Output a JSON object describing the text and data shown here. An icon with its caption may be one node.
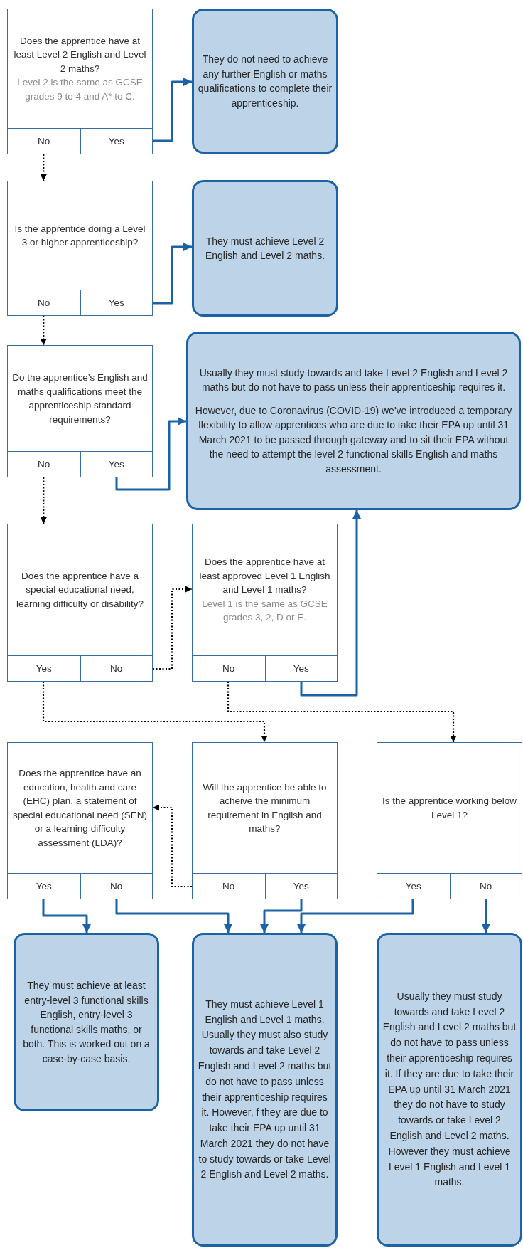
{
  "diagram": {
    "nodes": [
      {
        "text": [
          "Does the apprentice have at least Level 2 English and Level 2 maths?",
          "Level 2 is the same as GCSE grades 9 to 4 and A* to C."
        ]
      },
      {
        "text": [
          "No"
        ],
        "in": 0
      },
      {
        "text": [
          "Yes"
        ],
        "in": 0
      },
      {
        "text": [
          "They do not need to achieve any further English or maths qualifications to complete their apprenticeship."
        ]
      },
      {
        "text": [
          "Is the apprentice doing a Level 3 or higher apprenticeship?"
        ]
      },
      {
        "text": [
          "No"
        ],
        "in": 4
      },
      {
        "text": [
          "Yes"
        ],
        "in": 4
      },
      {
        "text": [
          "They must achieve Level 2 English and Level 2 maths."
        ]
      },
      {
        "text": [
          "Do the apprentice’s English and maths qualifications meet the apprenticeship standard requirements?"
        ]
      },
      {
        "text": [
          "No"
        ],
        "in": 8
      },
      {
        "text": [
          "Yes"
        ],
        "in": 8
      },
      {
        "text": [
          "Usually they must study towards and take Level 2 English and Level 2 maths but do not have to pass unless their apprenticeship requires it.",
          "However, due to Coronavirus (COVID-19) we've introduced a temporary flexibility to allow apprentices who are due to take their EPA up until 31 March 2021 to be passed through gateway and to sit their EPA without the need to attempt the level 2 functional skills English and maths assessment."
        ]
      },
      {
        "text": [
          "Does the apprentice have a special educational need, learning difficulty or disability?"
        ]
      },
      {
        "text": [
          "Yes"
        ],
        "in": 12
      },
      {
        "text": [
          "No"
        ],
        "in": 12
      },
      {
        "text": [
          "Does the apprentice have at least approved Level 1 English and Level 1 maths?",
          "Level 1 is the same as GCSE grades 3, 2, D or E."
        ]
      },
      {
        "text": [
          "No"
        ],
        "in": 15
      },
      {
        "text": [
          "Yes"
        ],
        "in": 15
      },
      {
        "text": [
          "Does the apprentice have an education, health and care (EHC) plan, a statement of special educational need (SEN) or a learning difficulty assessment (LDA)?"
        ]
      },
      {
        "text": [
          "Yes"
        ],
        "in": 18
      },
      {
        "text": [
          "No"
        ],
        "in": 18
      },
      {
        "text": [
          "Will the apprentice be able to acheive the minimum requirement in English and maths?"
        ]
      },
      {
        "text": [
          "No"
        ],
        "in": 21
      },
      {
        "text": [
          "Yes"
        ],
        "in": 21
      },
      {
        "text": [
          "Is the apprentice working below Level 1?"
        ]
      },
      {
        "text": [
          "Yes"
        ],
        "in": 24
      },
      {
        "text": [
          "No"
        ],
        "in": 24
      },
      {
        "text": [
          "They must achieve at least entry-level 3 functional skills English, entry-level 3 functional skills maths, or both. This is worked out on a case-by-case basis."
        ]
      },
      {
        "text": [
          "They must achieve Level 1 English and Level 1 maths. Usually they must also study towards and take Level 2 English and Level 2 maths but do not have to pass unless their apprenticeship requires it. However, f they are due to take their EPA up until 31 March 2021 they do not have to study towards or take Level 2 English and Level 2 maths."
        ]
      },
      {
        "text": [
          "Usually they must study towards and take Level 2 English and Level 2 maths but do not have to pass unless their apprenticeship requires it. If they are due to take their EPA up until 31 March 2021 they do not have to study towards or take Level 2 English and Level 2 maths. However they must achieve Level 1 English and Level 1 maths."
        ]
      }
    ],
    "edges": [
      {
        "from": 1,
        "to": 4,
        "arrow": "to",
        "style": "dashed",
        "color": "#000000"
      },
      {
        "from": 2,
        "to": 3,
        "arrow": "to"
      },
      {
        "from": 5,
        "to": 8,
        "arrow": "to",
        "style": "dashed",
        "color": "#000000"
      },
      {
        "from": 6,
        "to": 7,
        "arrow": "to"
      },
      {
        "from": 9,
        "to": 12,
        "arrow": "to",
        "style": "dashed",
        "color": "#000000"
      },
      {
        "from": 10,
        "to": 11,
        "arrow": "to"
      },
      {
        "from": 14,
        "to": 15,
        "arrow": "to",
        "style": "dashed",
        "color": "#000000"
      },
      {
        "from": 17,
        "to": 11,
        "arrow": "to"
      },
      {
        "from": 13,
        "to": 21,
        "arrow": "to",
        "style": "dashed",
        "color": "#000000"
      },
      {
        "from": 16,
        "to": 24,
        "arrow": "to",
        "style": "dashed",
        "color": "#000000"
      },
      {
        "from": 22,
        "to": 18,
        "arrow": "to",
        "style": "dashed",
        "color": "#000000"
      },
      {
        "from": 19,
        "to": 27,
        "arrow": "to"
      },
      {
        "from": 20,
        "to": 28,
        "arrow": "to"
      },
      {
        "from": 23,
        "to": 28,
        "arrow": "to"
      },
      {
        "from": 25,
        "to": 28,
        "arrow": "to"
      },
      {
        "from": 26,
        "to": 29,
        "arrow": "to"
      }
    ]
  }
}
